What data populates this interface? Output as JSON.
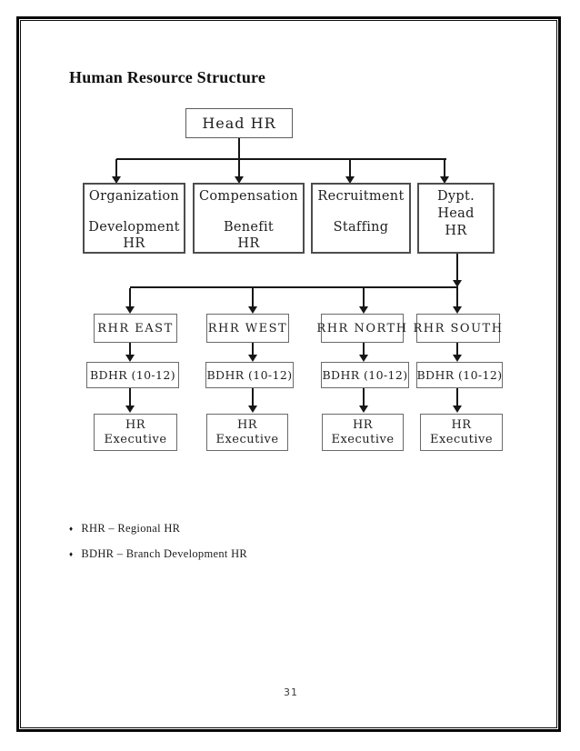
{
  "page": {
    "title": "Human Resource Structure",
    "bullet_char": "♦",
    "notes": [
      {
        "text": "RHR – Regional HR"
      },
      {
        "text": "BDHR – Branch Development HR"
      }
    ],
    "page_number": "31"
  },
  "org_chart": {
    "root": {
      "label": "Head HR"
    },
    "departments": [
      {
        "lines": [
          "Organization",
          "Development",
          "HR"
        ]
      },
      {
        "lines": [
          "Compensation",
          "Benefit",
          "HR"
        ]
      },
      {
        "lines": [
          "Recruitment",
          "Staffing"
        ]
      },
      {
        "lines": [
          "Dypt.",
          "Head",
          "HR"
        ]
      }
    ],
    "regions": [
      {
        "label": "RHR EAST"
      },
      {
        "label": "RHR WEST"
      },
      {
        "label": "RHR NORTH"
      },
      {
        "label": "RHR SOUTH"
      }
    ],
    "branches": [
      {
        "label": "BDHR (10-12)"
      },
      {
        "label": "BDHR (10-12)"
      },
      {
        "label": "BDHR (10-12)"
      },
      {
        "label": "BDHR (10-12)"
      }
    ],
    "executives": [
      {
        "lines": [
          "HR",
          "Executive"
        ]
      },
      {
        "lines": [
          "HR",
          "Executive"
        ]
      },
      {
        "lines": [
          "HR",
          "Executive"
        ]
      },
      {
        "lines": [
          "HR",
          "Executive"
        ]
      }
    ]
  }
}
